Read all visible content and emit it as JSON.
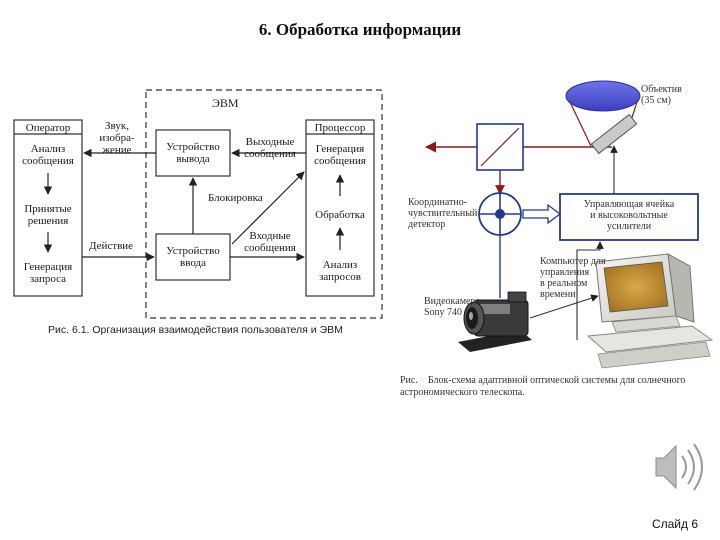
{
  "title": "6. Обработка информации",
  "left_diagram": {
    "evm_label": "ЭВМ",
    "operator": "Оператор",
    "analysis_message": [
      "Анализ",
      "сообщения"
    ],
    "decisions": [
      "Принятые",
      "решения"
    ],
    "request_gen": [
      "Генерация",
      "запроса"
    ],
    "sound_image": [
      "Звук,",
      "изобра-",
      "жение"
    ],
    "action": "Действие",
    "output_device": [
      "Устройство",
      "вывода"
    ],
    "input_device": [
      "Устройство",
      "ввода"
    ],
    "output_messages": [
      "Выходные",
      "сообщения"
    ],
    "input_messages": [
      "Входные",
      "сообщения"
    ],
    "blocking": "Блокировка",
    "processor": "Процессор",
    "message_gen": [
      "Генерация",
      "сообщения"
    ],
    "processing": "Обработка",
    "request_analysis": [
      "Анализ",
      "запросов"
    ],
    "caption": "Рис. 6.1. Организация взаимодействия пользователя и ЭВМ"
  },
  "right_diagram": {
    "lens": [
      "Объектив",
      "(35 см)"
    ],
    "coord_detector": [
      "Координатно-",
      "чувствительный",
      "детектор"
    ],
    "control_cell": [
      "Управляющая ячейка",
      "и высоковольтные",
      "усилители"
    ],
    "computer": [
      "Компьютер для",
      "управления",
      "в реальном",
      "времени"
    ],
    "camera": [
      "Видеокамера",
      "Sony 740"
    ],
    "caption": [
      "Рис.    Блок-схема адаптивной оптической системы для солнечного",
      "астрономического телескопа."
    ]
  },
  "slide_label": "Слайд 6",
  "speaker_icon": "speaker-icon"
}
